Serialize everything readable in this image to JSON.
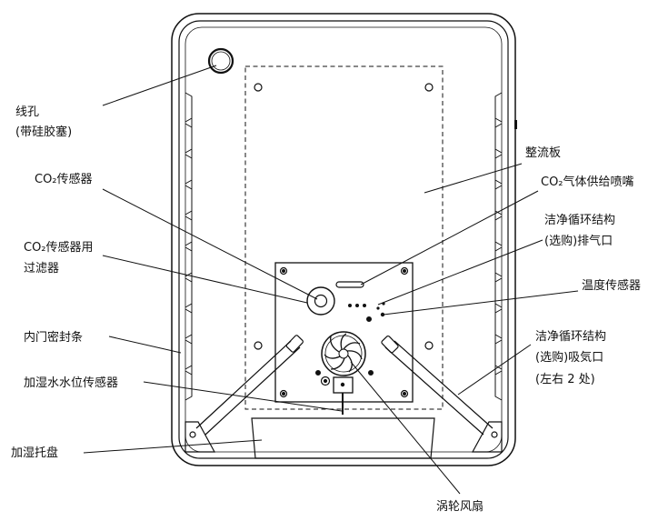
{
  "labels": {
    "wire_hole": "线孔",
    "wire_hole_note": "(带硅胶塞)",
    "co2_sensor": "CO₂传感器",
    "co2_filter_line1": "CO₂传感器用",
    "co2_filter_line2": "过滤器",
    "door_seal": "内门密封条",
    "water_level_sensor": "加湿水水位传感器",
    "humidifier_tray": "加湿托盘",
    "baffle_plate": "整流板",
    "co2_nozzle": "CO₂气体供给喷嘴",
    "clean_exhaust_line1": "洁净循环结构",
    "clean_exhaust_line2": "(选购)排气口",
    "temperature_sensor": "温度传感器",
    "clean_intake_line1": "洁净循环结构",
    "clean_intake_line2": "(选购)吸気口",
    "clean_intake_line3": "(左右 2 处)",
    "turbo_fan": "涡轮风扇"
  },
  "colors": {
    "line": "#111111",
    "background": "#ffffff"
  }
}
